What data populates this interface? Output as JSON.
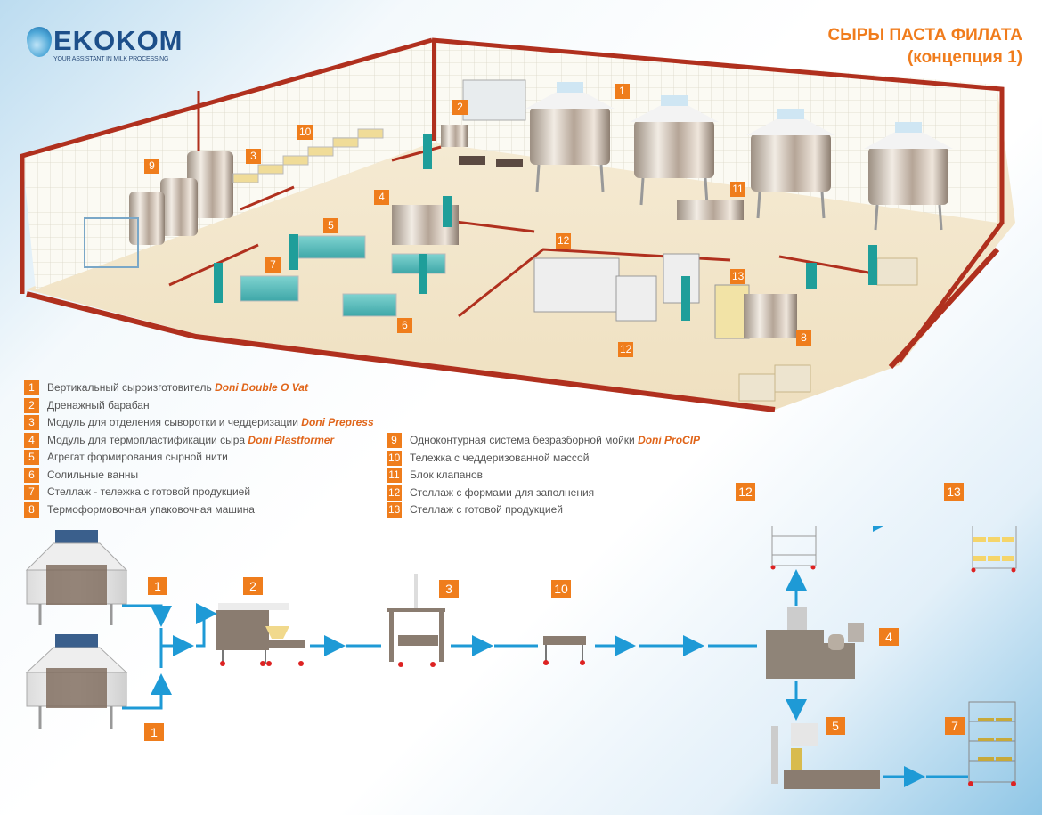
{
  "header": {
    "logo_text": "EKOKOM",
    "logo_tagline": "YOUR ASSISTANT IN MILK PROCESSING",
    "title_line1": "СЫРЫ ПАСТА ФИЛАТА",
    "title_line2": "(концепция 1)"
  },
  "colors": {
    "accent_orange": "#ef7d1c",
    "brand_text": "#e0651a",
    "flow_arrow": "#1e9ad6",
    "wall_trim": "#b0301e",
    "logo_blue": "#1d4f8a"
  },
  "legend_left": [
    {
      "num": "1",
      "text": "Вертикальный сыроизготовитель ",
      "brand": "Doni Double O Vat"
    },
    {
      "num": "2",
      "text": "Дренажный барабан",
      "brand": ""
    },
    {
      "num": "3",
      "text": "Модуль для отделения сыворотки и чеддеризации ",
      "brand": "Doni Prepress"
    },
    {
      "num": "4",
      "text": "Модуль для термопластификации сыра ",
      "brand": "Doni Plastformer"
    },
    {
      "num": "5",
      "text": "Агрегат формирования сырной нити",
      "brand": ""
    },
    {
      "num": "6",
      "text": "Солильные ванны",
      "brand": ""
    },
    {
      "num": "7",
      "text": "Стеллаж - тележка с готовой продукцией",
      "brand": ""
    },
    {
      "num": "8",
      "text": "Термоформовочная упаковочная машина",
      "brand": ""
    }
  ],
  "legend_right": [
    {
      "num": "9",
      "text": "Одноконтурная система безразборной мойки ",
      "brand": "Doni ProCIP"
    },
    {
      "num": "10",
      "text": "Тележка с чеддеризованной массой",
      "brand": ""
    },
    {
      "num": "11",
      "text": "Блок клапанов",
      "brand": ""
    },
    {
      "num": "12",
      "text": "Стеллаж с формами для заполнения",
      "brand": ""
    },
    {
      "num": "13",
      "text": "Стеллаж с готовой продукцией",
      "brand": ""
    }
  ],
  "plan_labels": [
    {
      "num": "1"
    },
    {
      "num": "2"
    },
    {
      "num": "3"
    },
    {
      "num": "4"
    },
    {
      "num": "5"
    },
    {
      "num": "6"
    },
    {
      "num": "7"
    },
    {
      "num": "8"
    },
    {
      "num": "9"
    },
    {
      "num": "10"
    },
    {
      "num": "11"
    },
    {
      "num": "12"
    },
    {
      "num": "12"
    },
    {
      "num": "13"
    }
  ],
  "flow_labels": [
    {
      "num": "1"
    },
    {
      "num": "1"
    },
    {
      "num": "2"
    },
    {
      "num": "3"
    },
    {
      "num": "10"
    },
    {
      "num": "4"
    },
    {
      "num": "12"
    },
    {
      "num": "13"
    },
    {
      "num": "5"
    },
    {
      "num": "7"
    }
  ]
}
